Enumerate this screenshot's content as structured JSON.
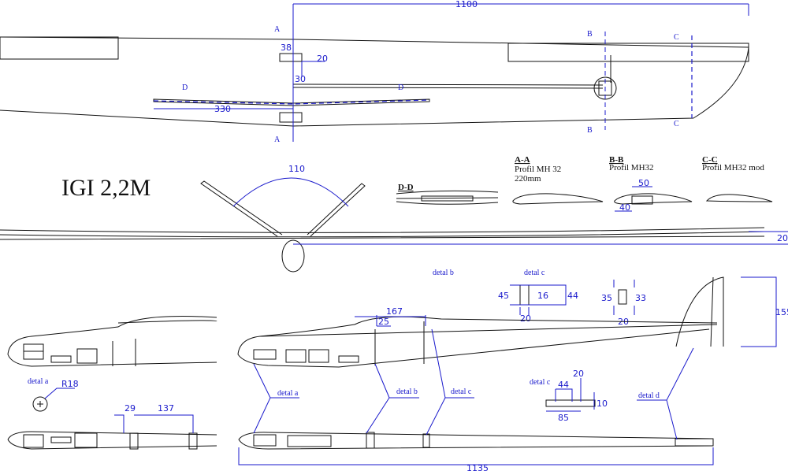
{
  "title": "IGI 2,2M",
  "colors": {
    "dimension": "#1a1acc",
    "outline": "#111111"
  },
  "top_view": {
    "span_dim": "1100",
    "dim_38": "38",
    "dim_20": "20",
    "dim_30": "30",
    "dim_330": "330",
    "cut_a": "A",
    "cut_b": "B",
    "cut_c": "C",
    "cut_d": "D"
  },
  "sections": {
    "dd": {
      "label": "D-D"
    },
    "aa": {
      "label": "A-A",
      "profile": "Profil MH 32",
      "chord": "220mm"
    },
    "bb": {
      "label": "B-B",
      "profile": "Profil MH32",
      "dim_50": "50",
      "dim_40": "40"
    },
    "cc": {
      "label": "C-C",
      "profile": "Profil MH32 mod"
    }
  },
  "front_view": {
    "vtail_angle": "110",
    "dihedral": "20"
  },
  "details": {
    "detal_a": "detal a",
    "detal_b": "detal b",
    "detal_c": "detal c",
    "detal_d": "detal d",
    "r18": "R18",
    "c1": {
      "d45": "45",
      "d16": "16",
      "d44": "44",
      "d20": "20"
    },
    "c2": {
      "d35": "35",
      "d33": "33",
      "d20": "20"
    },
    "c3": {
      "d20": "20",
      "d44": "44",
      "d10": "10",
      "d85": "85"
    }
  },
  "side_view": {
    "d167": "167",
    "d25": "25",
    "d155": "155",
    "d29": "29",
    "d137": "137",
    "length": "1135"
  }
}
